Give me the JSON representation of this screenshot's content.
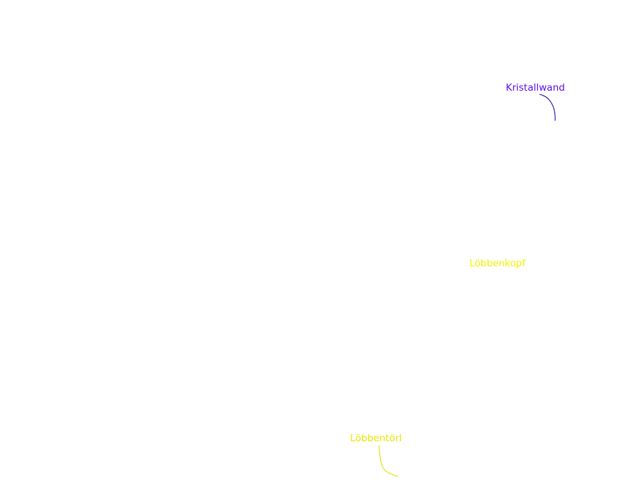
{
  "map": {
    "labels": [
      {
        "text": "Kristallwand",
        "color": "#5a0ff0"
      },
      {
        "text": "Löbbenkopf",
        "color": "#f2f200"
      },
      {
        "text": "Löbbentörl",
        "color": "#e6e600"
      }
    ],
    "leader_colors": {
      "kristallwand": "#1a0aa0",
      "loebbentoerl": "#e0e000"
    }
  }
}
